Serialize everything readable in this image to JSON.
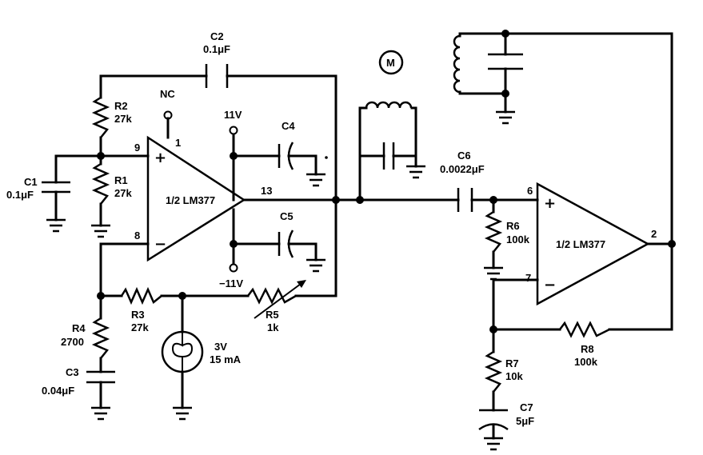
{
  "components": {
    "c1": {
      "ref": "C1",
      "value": "0.1μF"
    },
    "c2": {
      "ref": "C2",
      "value": "0.1μF"
    },
    "c3": {
      "ref": "C3",
      "value": "0.04μF"
    },
    "c4": {
      "ref": "C4"
    },
    "c5": {
      "ref": "C5"
    },
    "c6": {
      "ref": "C6",
      "value": "0.0022μF"
    },
    "c7": {
      "ref": "C7",
      "value": "5μF"
    },
    "r1": {
      "ref": "R1",
      "value": "27k"
    },
    "r2": {
      "ref": "R2",
      "value": "27k"
    },
    "r3": {
      "ref": "R3",
      "value": "27k"
    },
    "r4": {
      "ref": "R4",
      "value": "2700"
    },
    "r5": {
      "ref": "R5",
      "value": "1k"
    },
    "r6": {
      "ref": "R6",
      "value": "100k"
    },
    "r7": {
      "ref": "R7",
      "value": "10k"
    },
    "r8": {
      "ref": "R8",
      "value": "100k"
    }
  },
  "opamps": {
    "u1": {
      "label": "1/2 LM377",
      "pin_plus": "9",
      "pin_minus": "8",
      "pin_out": "13",
      "pin_nc": "1"
    },
    "u2": {
      "label": "1/2 LM377",
      "pin_plus": "6",
      "pin_minus": "7",
      "pin_out": "2"
    }
  },
  "supplies": {
    "pos": "11V",
    "neg": "−11V",
    "nc": "NC"
  },
  "lamp": {
    "voltage": "3V",
    "current": "15 mA"
  },
  "meter": {
    "label": "M"
  },
  "signs": {
    "plus": "+",
    "minus": "−"
  }
}
